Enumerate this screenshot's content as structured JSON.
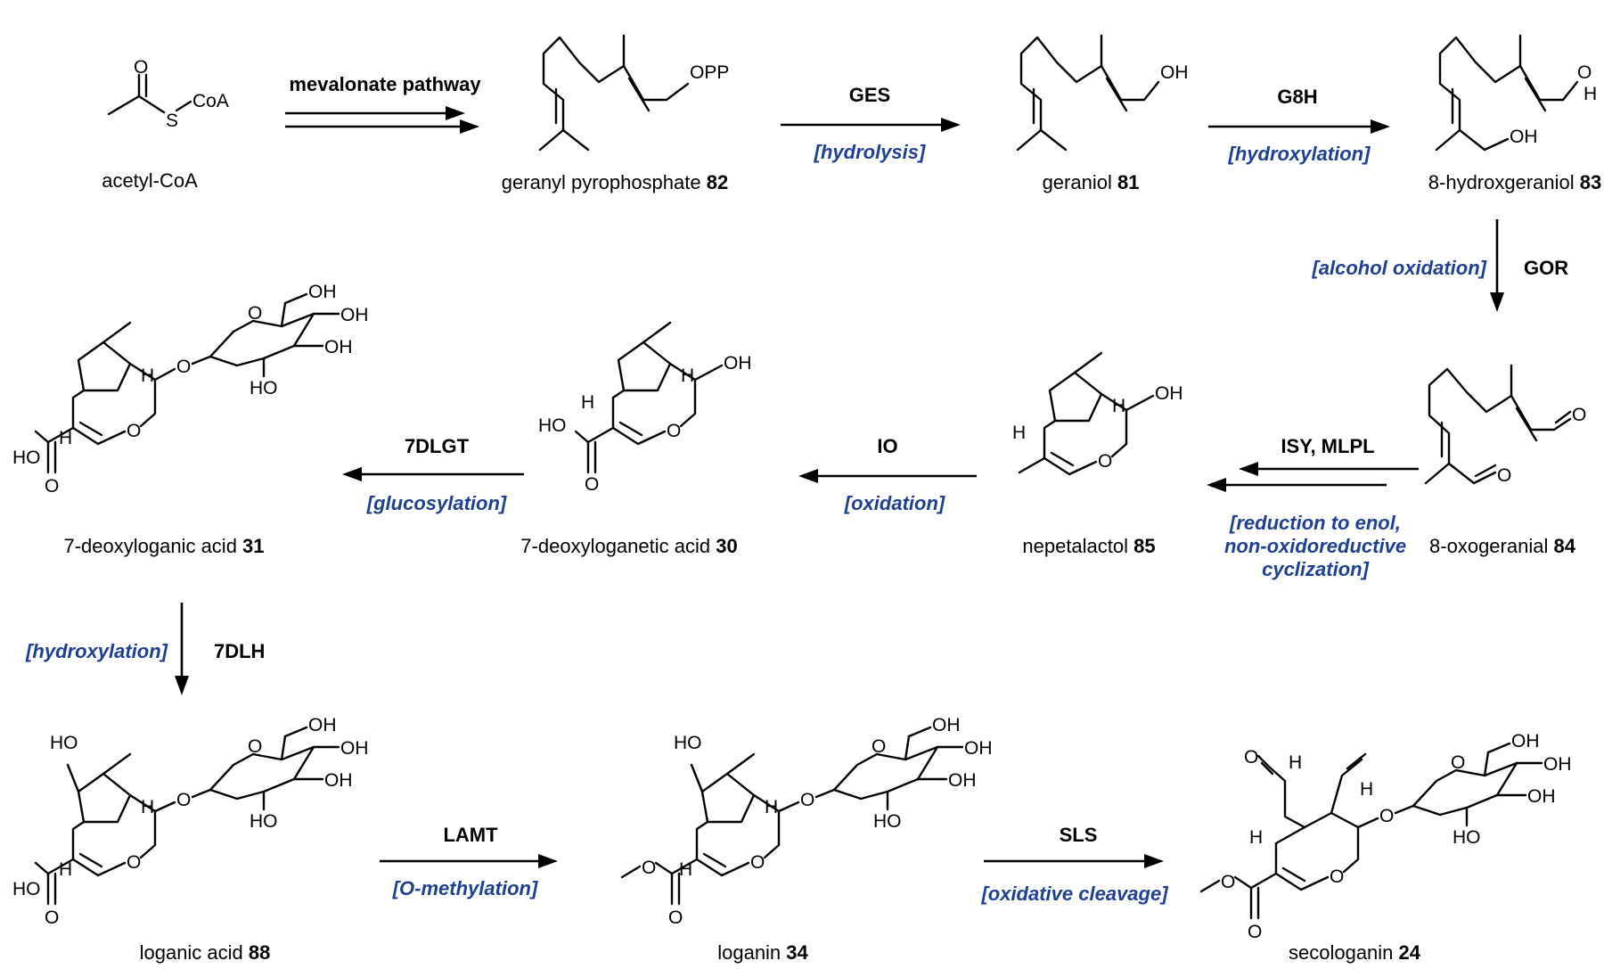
{
  "compounds": {
    "acetyl_coa": {
      "name": "acetyl-CoA",
      "num": ""
    },
    "gpp": {
      "name": "geranyl pyrophosphate ",
      "num": "82"
    },
    "geraniol": {
      "name": "geraniol ",
      "num": "81"
    },
    "hydroxygeraniol": {
      "name": "8-hydroxgeraniol ",
      "num": "83"
    },
    "oxogeranial": {
      "name": "8-oxogeranial ",
      "num": "84"
    },
    "nepetalactol": {
      "name": "nepetalactol ",
      "num": "85"
    },
    "deoxyloganetic": {
      "name": "7-deoxyloganetic acid ",
      "num": "30"
    },
    "deoxyloganic": {
      "name": "7-deoxyloganic acid ",
      "num": "31"
    },
    "loganic": {
      "name": "loganic acid ",
      "num": "88"
    },
    "loganin": {
      "name": "loganin ",
      "num": "34"
    },
    "secologanin": {
      "name": "secologanin ",
      "num": "24"
    }
  },
  "steps": {
    "s1": {
      "enzyme": "mevalonate pathway",
      "reaction": ""
    },
    "s2": {
      "enzyme": "GES",
      "reaction": "[hydrolysis]"
    },
    "s3": {
      "enzyme": "G8H",
      "reaction": "[hydroxylation]"
    },
    "s4": {
      "enzyme": "GOR",
      "reaction": "[alcohol oxidation]"
    },
    "s5": {
      "enzyme": "ISY, MLPL",
      "reaction_lines": [
        "[reduction to enol,",
        "non-oxidoreductive",
        "cyclization]"
      ]
    },
    "s6": {
      "enzyme": "IO",
      "reaction": "[oxidation]"
    },
    "s7": {
      "enzyme": "7DLGT",
      "reaction": "[glucosylation]"
    },
    "s8": {
      "enzyme": "7DLH",
      "reaction": "[hydroxylation]"
    },
    "s9": {
      "enzyme": "LAMT",
      "reaction": "[O-methylation]"
    },
    "s10": {
      "enzyme": "SLS",
      "reaction": "[oxidative cleavage]"
    }
  },
  "atoms": {
    "O": "O",
    "S": "S",
    "H": "H",
    "CoA": "CoA",
    "OPP": "OPP",
    "OH": "OH",
    "HO": "HO"
  },
  "colors": {
    "reaction_label": "#1f3f8f",
    "text": "#000000"
  }
}
